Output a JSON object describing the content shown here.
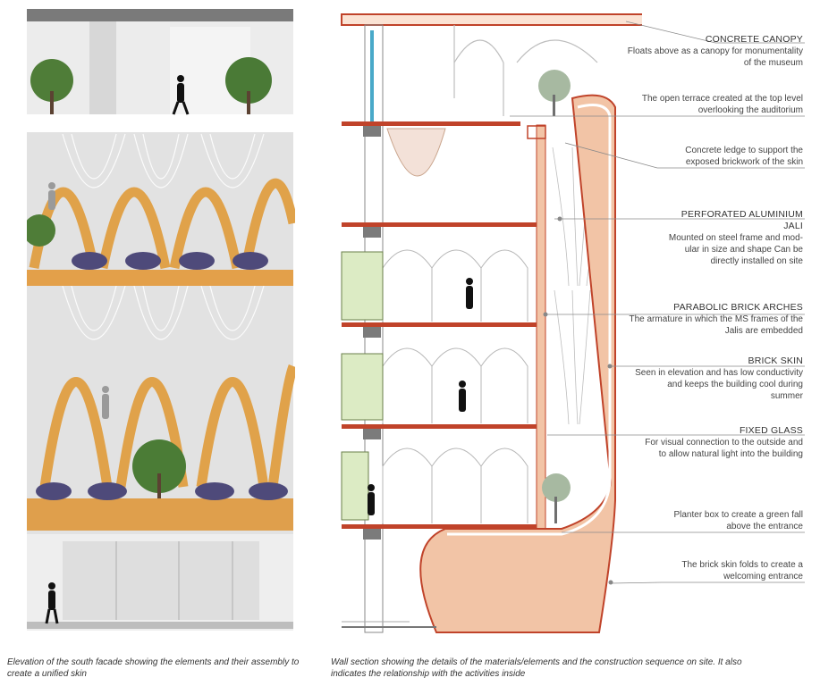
{
  "labels": [
    {
      "title": "CONCRETE CANOPY",
      "desc": "Floats above as a canopy for monumentality of the museum"
    },
    {
      "title": "",
      "desc": "The open terrace created at the top level overlooking the auditorium"
    },
    {
      "title": "",
      "desc": "Concrete ledge to support the exposed brickwork  of the  skin"
    },
    {
      "title": "PERFORATED ALUMINIUM JALI",
      "desc": "Mounted on steel frame and mod- ular in size and shape Can be directly installed on site"
    },
    {
      "title": "PARABOLIC BRICK ARCHES",
      "desc": "The armature in which the MS frames of the Jalis are embedded"
    },
    {
      "title": "BRICK SKIN",
      "desc": "Seen in elevation  and  has low conductivity and  keeps the building cool during summer"
    },
    {
      "title": "FIXED GLASS",
      "desc": "For visual connection to the outside and to allow natural light into the building"
    },
    {
      "title": "",
      "desc": "Planter box to create a green fall above the entrance"
    },
    {
      "title": "",
      "desc": "The brick skin folds to create a welcoming entrance"
    }
  ],
  "captions": {
    "left": "Elevation of the south facade showing the elements and their assembly to create a unified skin",
    "right": "Wall section showing the details of the materials/elements and the construction sequence on site. It also indicates the relationship with the activities inside"
  },
  "colors": {
    "brick": "#e0a24a",
    "concrete_cut": "#c0432a",
    "skin_fill": "#f2c4a6",
    "planter_green": "#4e7a3a",
    "glass": "#49a9c9"
  }
}
